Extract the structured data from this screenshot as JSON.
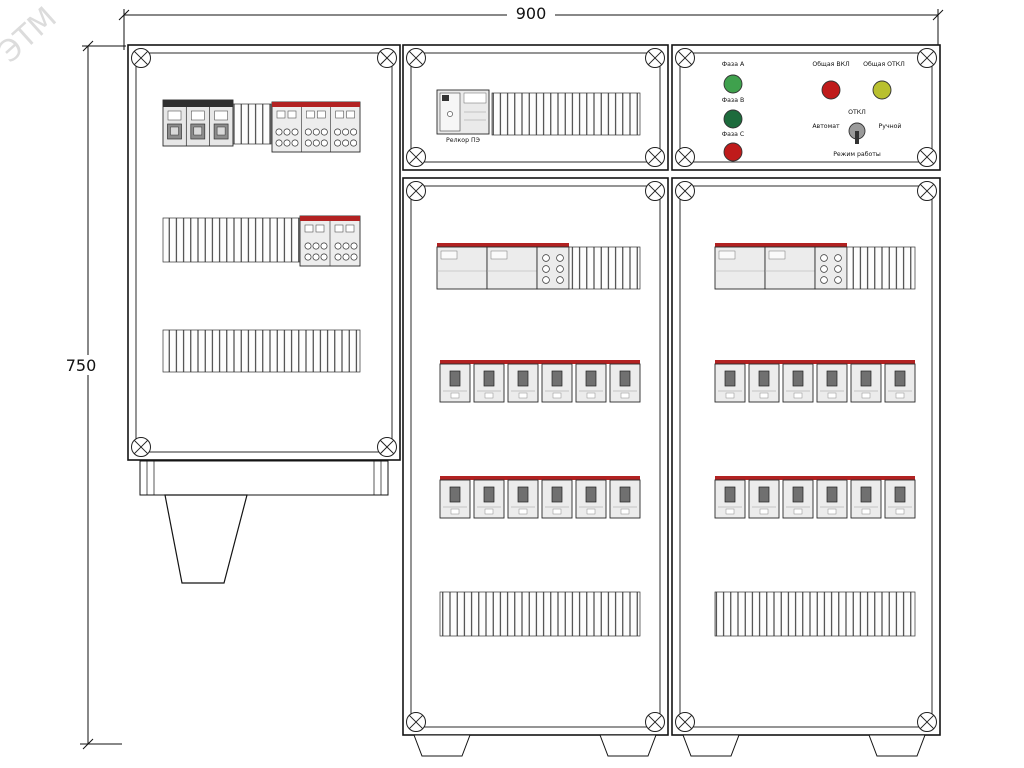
{
  "watermark": "ЭТМ",
  "dimensions": {
    "width": "900",
    "height": "750"
  },
  "colors": {
    "accent": "#b22222",
    "line": "#1a1a1a"
  },
  "device_label": "Релкор ПЭ",
  "control_panel": {
    "phase_a": "Фаза А",
    "phase_b": "Фаза В",
    "phase_c": "Фаза С",
    "btn_on": "Общая ВКЛ",
    "btn_off": "Общая ОТКЛ",
    "selector_off": "ОТКЛ",
    "selector_auto": "Автомат",
    "selector_manual": "Ручной",
    "selector_caption": "Режим работы",
    "light_a_color": "#3fa14d",
    "light_b_color": "#1d6b3c",
    "light_c_color": "#bf1b1b",
    "btn_on_color": "#bf1b1b",
    "btn_off_color": "#b9c02f",
    "knob_color": "#9a9a9a"
  }
}
